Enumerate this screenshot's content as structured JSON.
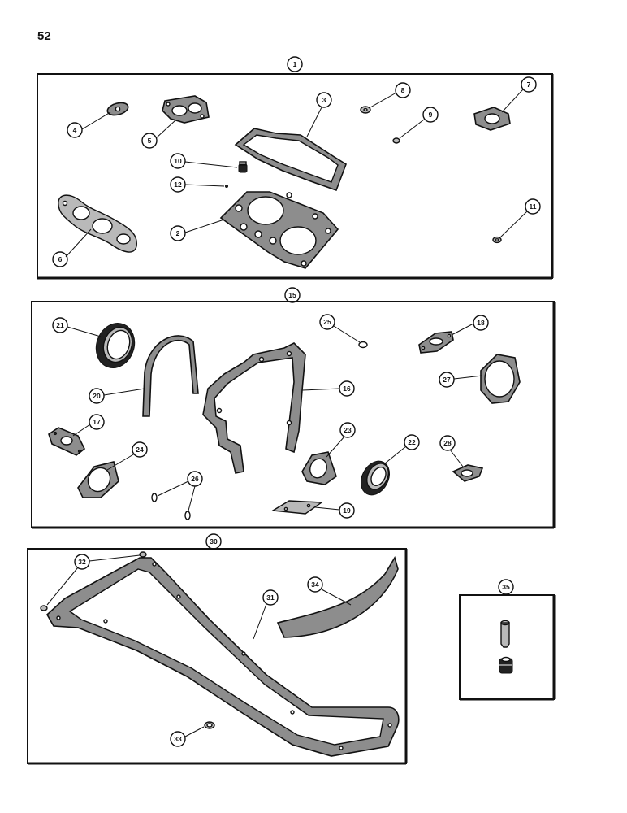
{
  "page": {
    "number": "52"
  },
  "callouts": {
    "c1": "1",
    "c2": "2",
    "c3": "3",
    "c4": "4",
    "c5": "5",
    "c6": "6",
    "c7": "7",
    "c8": "8",
    "c9": "9",
    "c10": "10",
    "c11": "11",
    "c12": "12",
    "c15": "15",
    "c16": "16",
    "c17": "17",
    "c18": "18",
    "c19": "19",
    "c20": "20",
    "c21": "21",
    "c22": "22",
    "c23": "23",
    "c24": "24",
    "c25": "25",
    "c26": "26",
    "c27": "27",
    "c28": "28",
    "c30": "30",
    "c31": "31",
    "c32": "32",
    "c33": "33",
    "c34": "34",
    "c35": "35"
  },
  "colors": {
    "ink": "#111111",
    "gasket_fill": "#8d8d8d",
    "paper": "#ffffff"
  }
}
